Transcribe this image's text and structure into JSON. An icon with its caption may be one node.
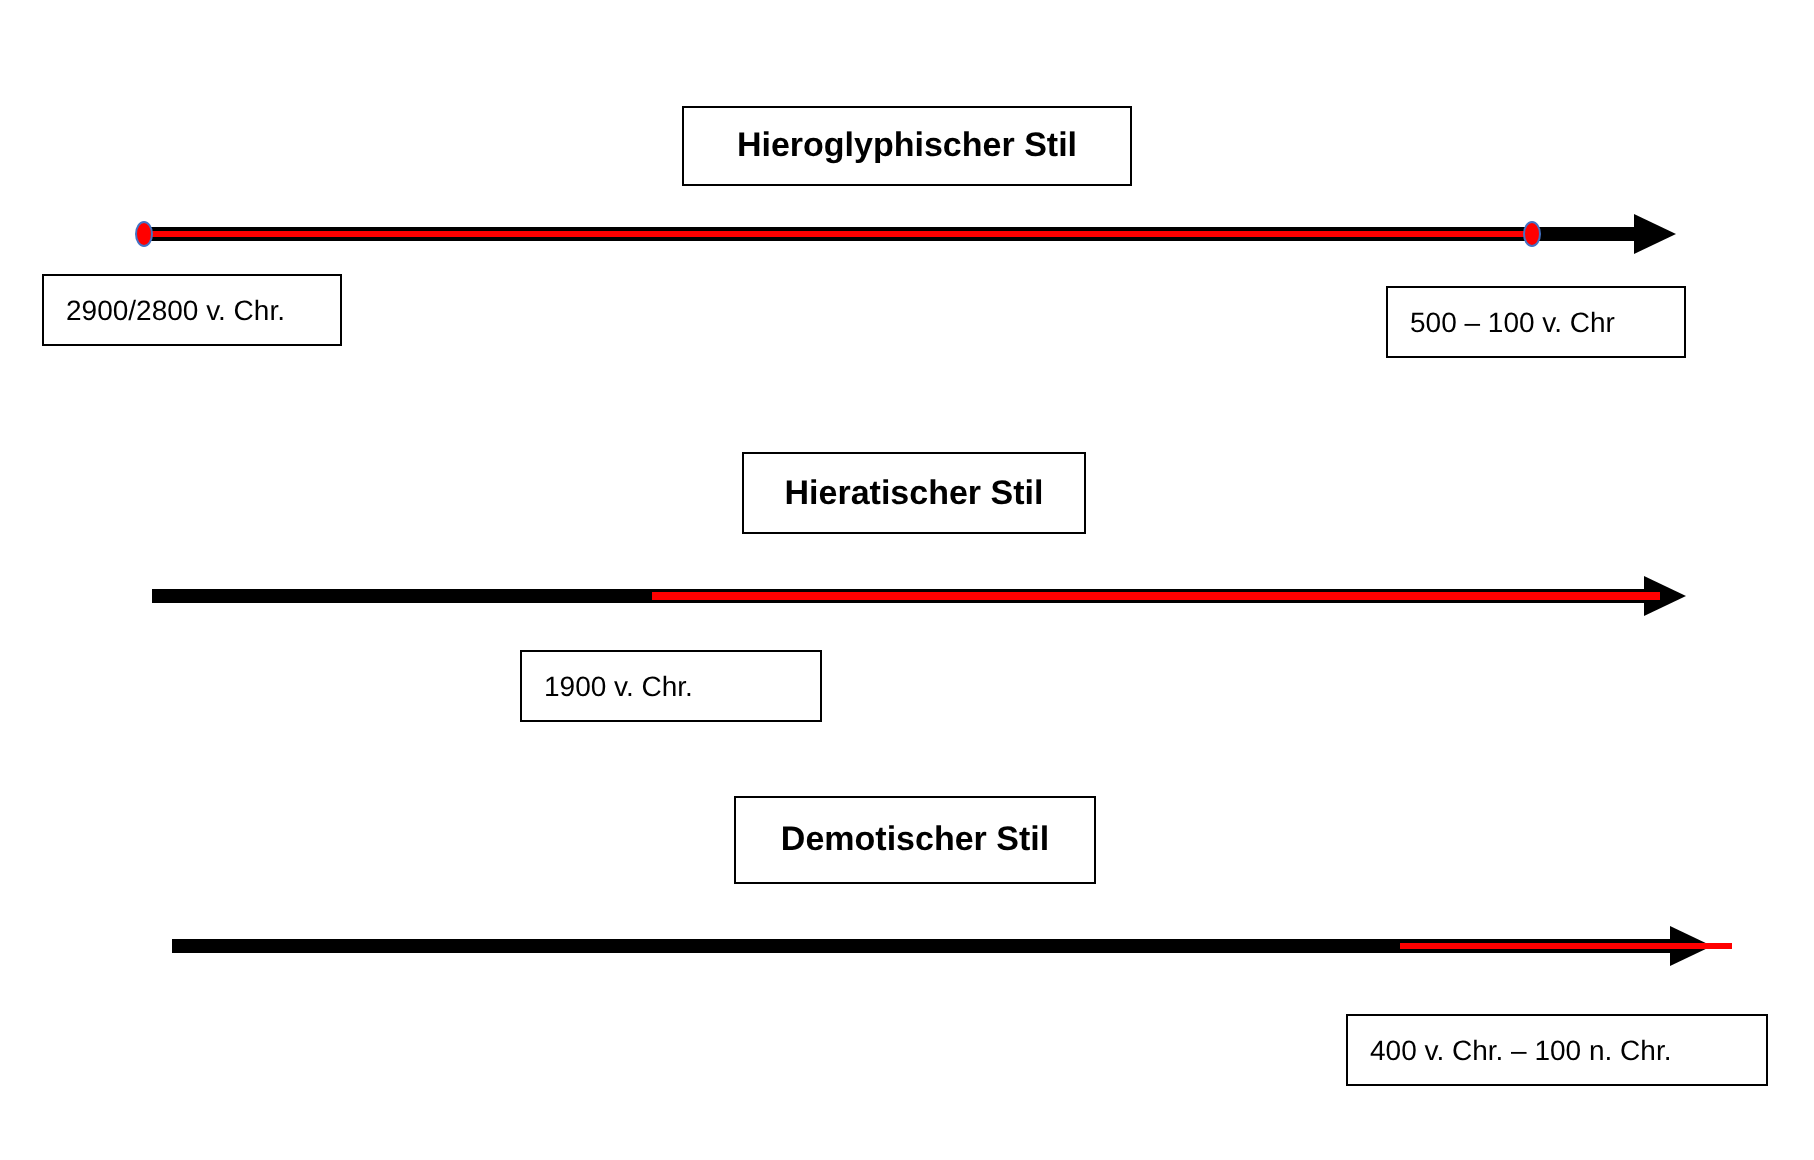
{
  "diagram": {
    "nodes": [
      {
        "text": [
          "Hieroglyphischer Stil"
        ]
      },
      {
        "text": [
          "2900/2800 v. Chr."
        ]
      },
      {
        "text": [
          "500 – 100 v. Chr"
        ]
      },
      {
        "text": [
          "Hieratischer Stil"
        ]
      },
      {
        "text": [
          "1900 v. Chr."
        ]
      },
      {
        "text": [
          "Demotischer Stil"
        ]
      },
      {
        "text": [
          "400 v. Chr. – 100 n. Chr."
        ]
      }
    ]
  }
}
